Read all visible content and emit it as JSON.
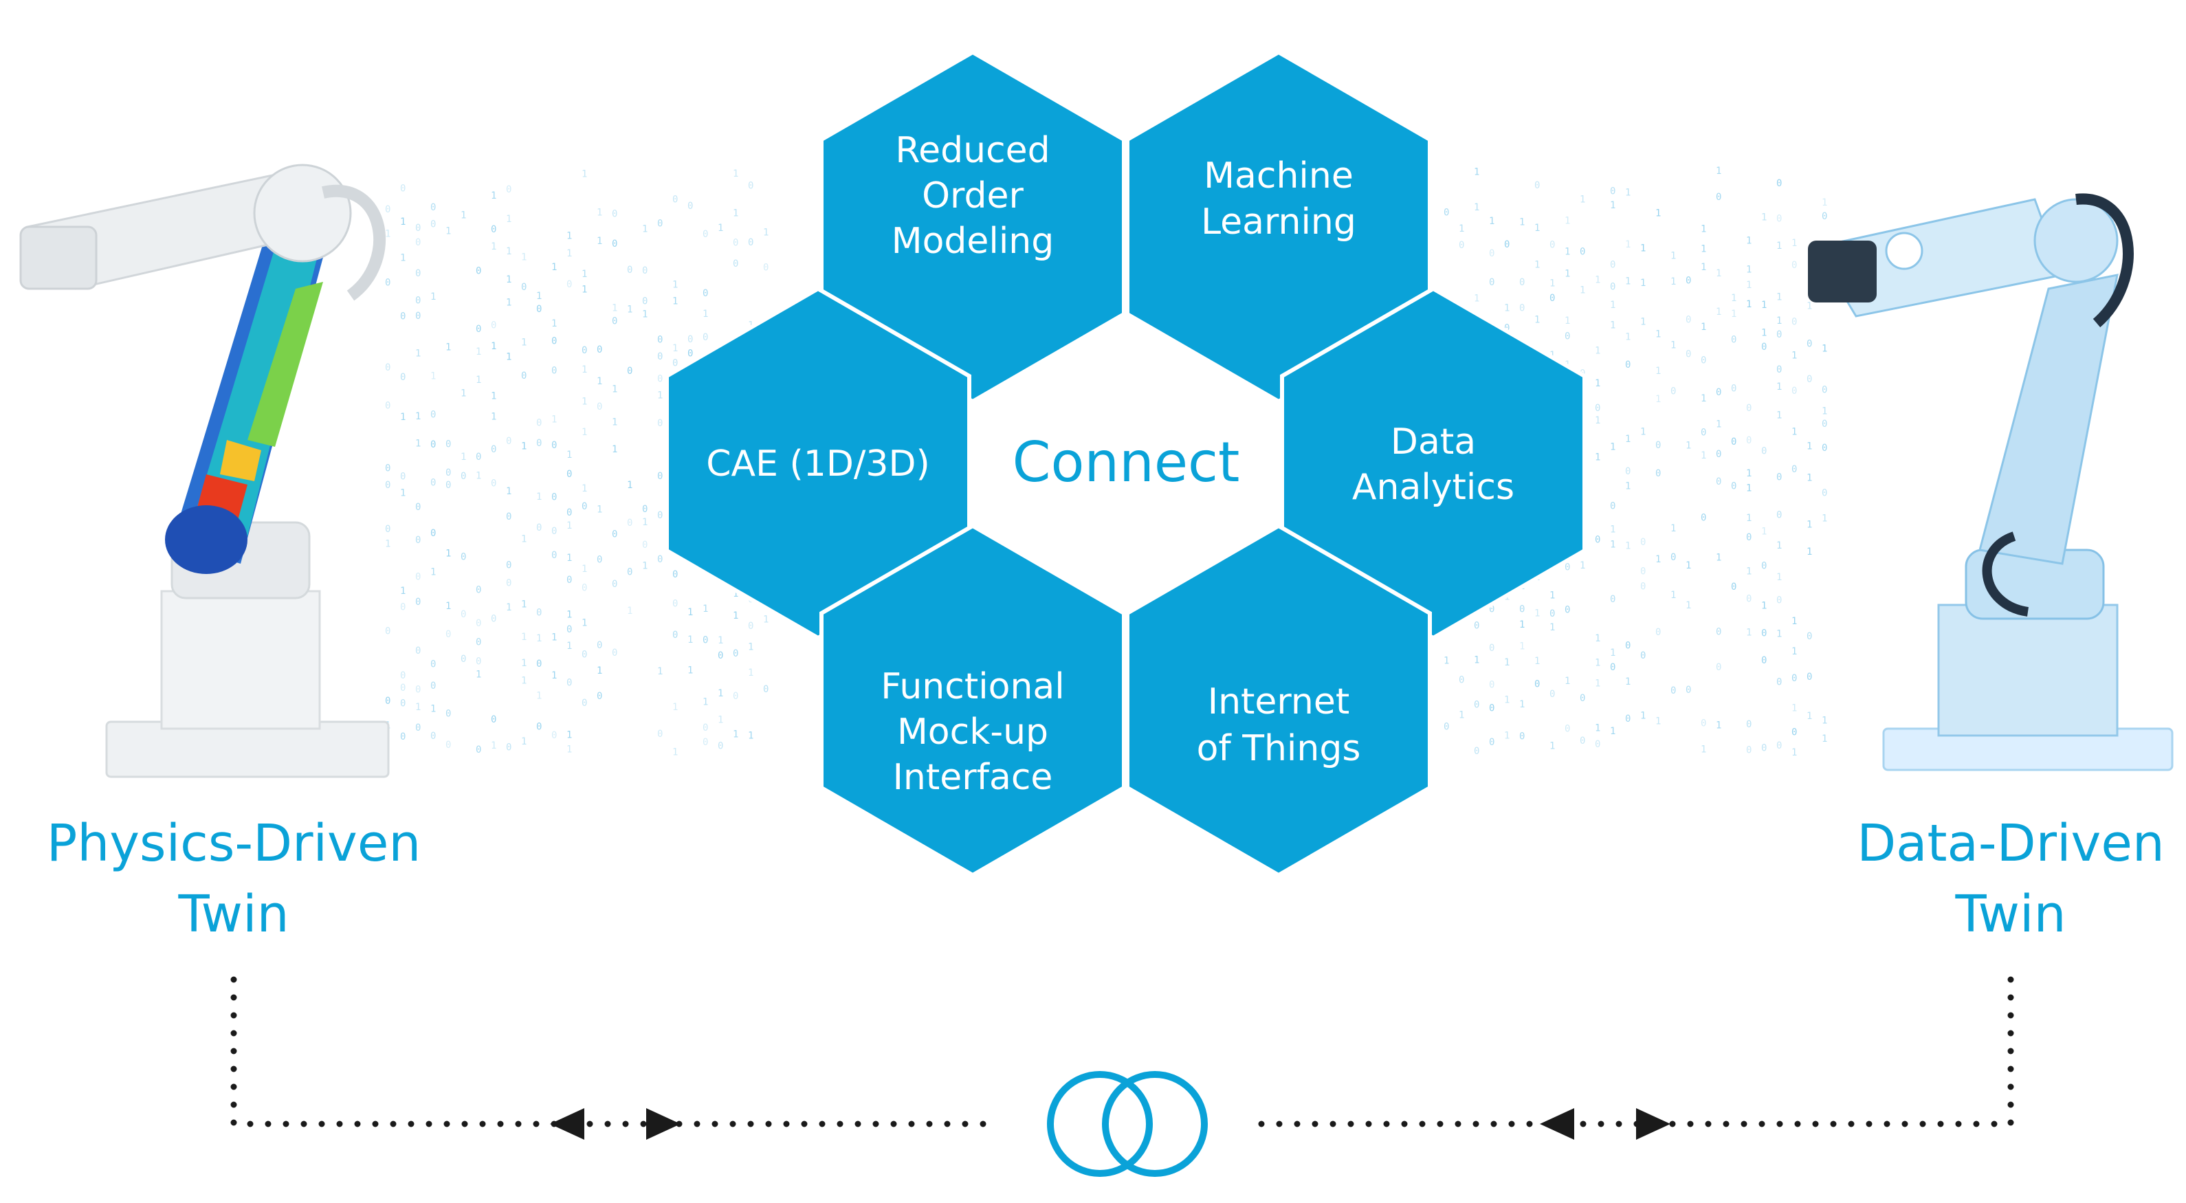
{
  "diagram": {
    "center_label": "Connect",
    "hexagons": [
      {
        "id": "rom",
        "lines": [
          "Reduced",
          "Order",
          "Modeling"
        ]
      },
      {
        "id": "ml",
        "lines": [
          "Machine",
          "Learning"
        ]
      },
      {
        "id": "cae",
        "lines": [
          "CAE (1D/3D)"
        ]
      },
      {
        "id": "da",
        "lines": [
          "Data",
          "Analytics"
        ]
      },
      {
        "id": "fmi",
        "lines": [
          "Functional",
          "Mock-up",
          "Interface"
        ]
      },
      {
        "id": "iot",
        "lines": [
          "Internet",
          "of Things"
        ]
      }
    ],
    "left_twin": {
      "lines": [
        "Physics-Driven",
        "Twin"
      ]
    },
    "right_twin": {
      "lines": [
        "Data-Driven",
        "Twin"
      ]
    },
    "connector_icon": "interlocked-rings-icon",
    "colors": {
      "hex_fill": "#0aa2d8",
      "accent": "#0aa2d8",
      "dots": "#1a1a1a"
    }
  }
}
